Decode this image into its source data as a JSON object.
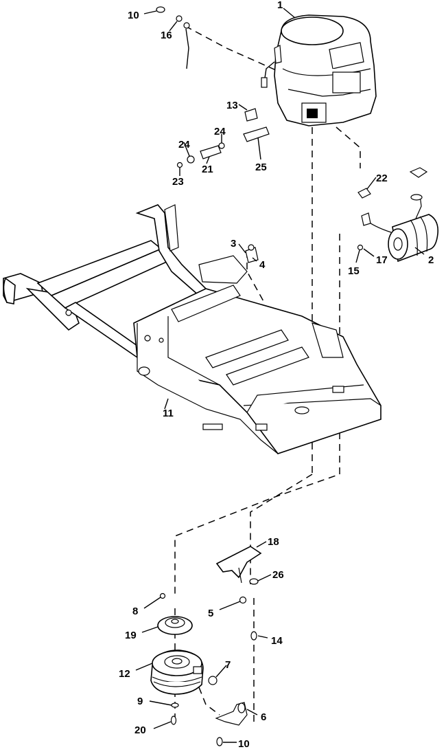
{
  "callouts": [
    {
      "id": "1",
      "text": "1"
    },
    {
      "id": "2",
      "text": "2"
    },
    {
      "id": "3",
      "text": "3"
    },
    {
      "id": "4",
      "text": "4"
    },
    {
      "id": "5",
      "text": "5"
    },
    {
      "id": "6",
      "text": "6"
    },
    {
      "id": "7",
      "text": "7"
    },
    {
      "id": "8",
      "text": "8"
    },
    {
      "id": "9",
      "text": "9"
    },
    {
      "id": "10a",
      "text": "10"
    },
    {
      "id": "10b",
      "text": "10"
    },
    {
      "id": "11",
      "text": "11"
    },
    {
      "id": "12",
      "text": "12"
    },
    {
      "id": "13",
      "text": "13"
    },
    {
      "id": "14",
      "text": "14"
    },
    {
      "id": "15",
      "text": "15"
    },
    {
      "id": "16",
      "text": "16"
    },
    {
      "id": "17",
      "text": "17"
    },
    {
      "id": "18",
      "text": "18"
    },
    {
      "id": "19",
      "text": "19"
    },
    {
      "id": "20",
      "text": "20"
    },
    {
      "id": "21",
      "text": "21"
    },
    {
      "id": "22",
      "text": "22"
    },
    {
      "id": "23",
      "text": "23"
    },
    {
      "id": "24a",
      "text": "24"
    },
    {
      "id": "24b",
      "text": "24"
    },
    {
      "id": "25",
      "text": "25"
    },
    {
      "id": "26",
      "text": "26"
    }
  ]
}
